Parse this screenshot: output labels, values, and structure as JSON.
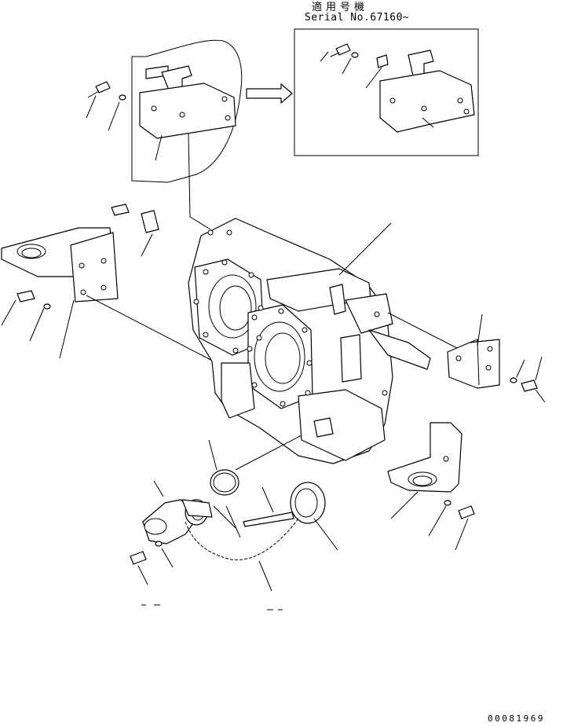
{
  "diagram": {
    "applicable_label": "適用号機",
    "serial_label": "Serial No.67160~",
    "document_number": "00081969",
    "callout_numbers": [
      "",
      ""
    ]
  }
}
